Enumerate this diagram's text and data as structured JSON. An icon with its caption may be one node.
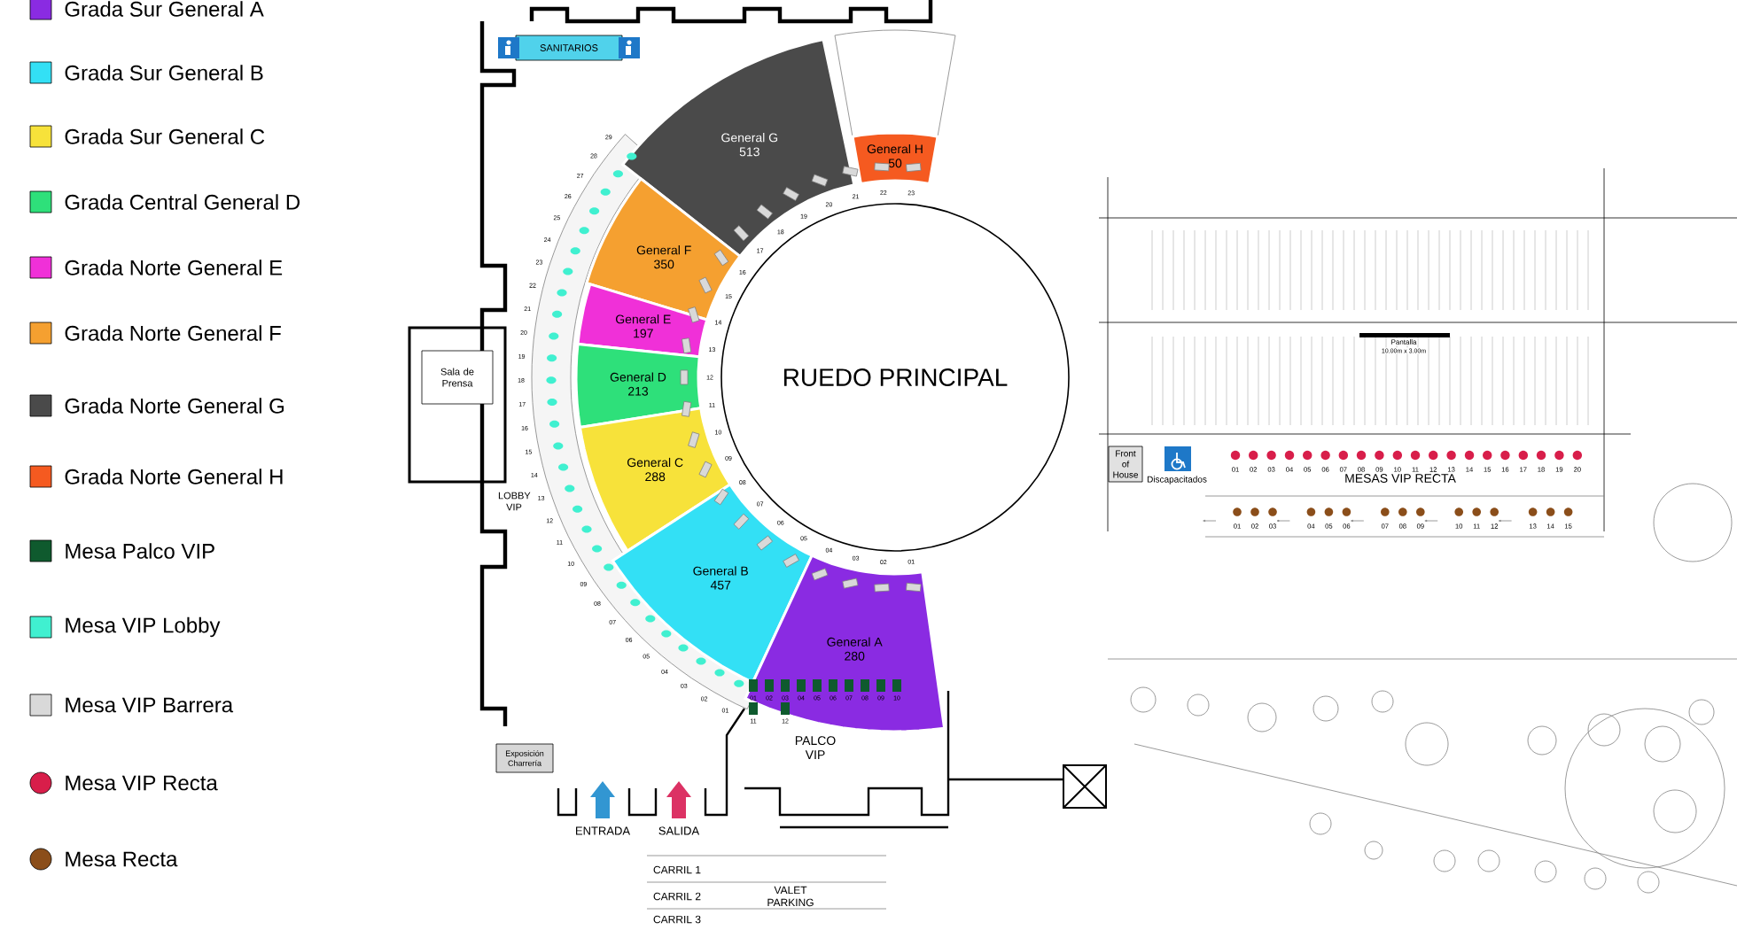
{
  "diagram": {
    "nodes": [
      {
        "text": [
          "SANITARIOS"
        ]
      },
      {
        "text": [
          "General G",
          "513"
        ]
      },
      {
        "text": [
          "General H",
          "50"
        ]
      },
      {
        "text": [
          "General F",
          "350"
        ]
      },
      {
        "text": [
          "General E",
          "197"
        ]
      },
      {
        "text": [
          "Sala de Prensa"
        ]
      },
      {
        "text": [
          "RUEDO PRINCIPAL"
        ]
      },
      {
        "text": [
          "General D",
          "213"
        ]
      },
      {
        "text": [
          "Front of House"
        ]
      },
      {
        "text": [
          "General C",
          "288"
        ]
      },
      {
        "text": [
          "General B",
          "457"
        ]
      },
      {
        "text": [
          "General A",
          "280"
        ]
      },
      {
        "text": [
          "Exposición Charrería"
        ]
      }
    ],
    "labels": [
      "LOBBY VIP",
      "PALCO VIP",
      "ENTRADA",
      "SALIDA",
      "Pantalla",
      "10.00m x 3.00m",
      "Discapacitados",
      "MESAS VIP RECTA",
      "CARRIL 1",
      "CARRIL 2",
      "VALET PARKING",
      "CARRIL 3",
      "21",
      "22",
      "23",
      "20",
      "19",
      "18",
      "17",
      "16",
      "15",
      "14",
      "13",
      "12",
      "11",
      "10",
      "09",
      "08",
      "07",
      "06",
      "05",
      "04",
      "03",
      "02",
      "01",
      "01",
      "02",
      "03",
      "04",
      "05",
      "06",
      "07",
      "08",
      "09",
      "10",
      "11",
      "12",
      "13",
      "14",
      "15",
      "16",
      "17",
      "18",
      "19",
      "20",
      "21",
      "22",
      "23",
      "24",
      "25",
      "26",
      "27",
      "28",
      "29",
      "01",
      "02",
      "03",
      "04",
      "05",
      "06",
      "07",
      "08",
      "09",
      "10",
      "11",
      "12",
      "01",
      "02",
      "03",
      "04",
      "05",
      "06",
      "07",
      "08",
      "09",
      "10",
      "11",
      "12",
      "13",
      "14",
      "15",
      "16",
      "17",
      "18",
      "19",
      "20",
      "01",
      "02",
      "03",
      "04",
      "05",
      "06",
      "07",
      "08",
      "09",
      "10",
      "11",
      "12",
      "13",
      "14",
      "15"
    ],
    "legend": [
      {
        "text": "Grada Sur General A",
        "color": "#8a2be2"
      },
      {
        "text": "Grada Sur General B",
        "color": "#33e0f5"
      },
      {
        "text": "Grada Sur General C",
        "color": "#f7e23a"
      },
      {
        "text": "Grada Central General D",
        "color": "#2ee07a"
      },
      {
        "text": "Grada Norte General E",
        "color": "#f030d8"
      },
      {
        "text": "Grada Norte General F",
        "color": "#f5a030"
      },
      {
        "text": "Grada Norte General G",
        "color": "#4a4a4a"
      },
      {
        "text": "Grada Norte General H",
        "color": "#f55a20"
      },
      {
        "text": "Mesa Palco VIP",
        "color": "#0f5a2e"
      },
      {
        "text": "Mesa VIP Lobby",
        "color": "#40f0d0"
      },
      {
        "text": "Mesa VIP Barrera",
        "color": "#d9d9d9"
      },
      {
        "text": "Mesa VIP Recta",
        "color": "#d81e4a"
      },
      {
        "text": "Mesa Recta",
        "color": "#8b4e1a"
      }
    ]
  }
}
